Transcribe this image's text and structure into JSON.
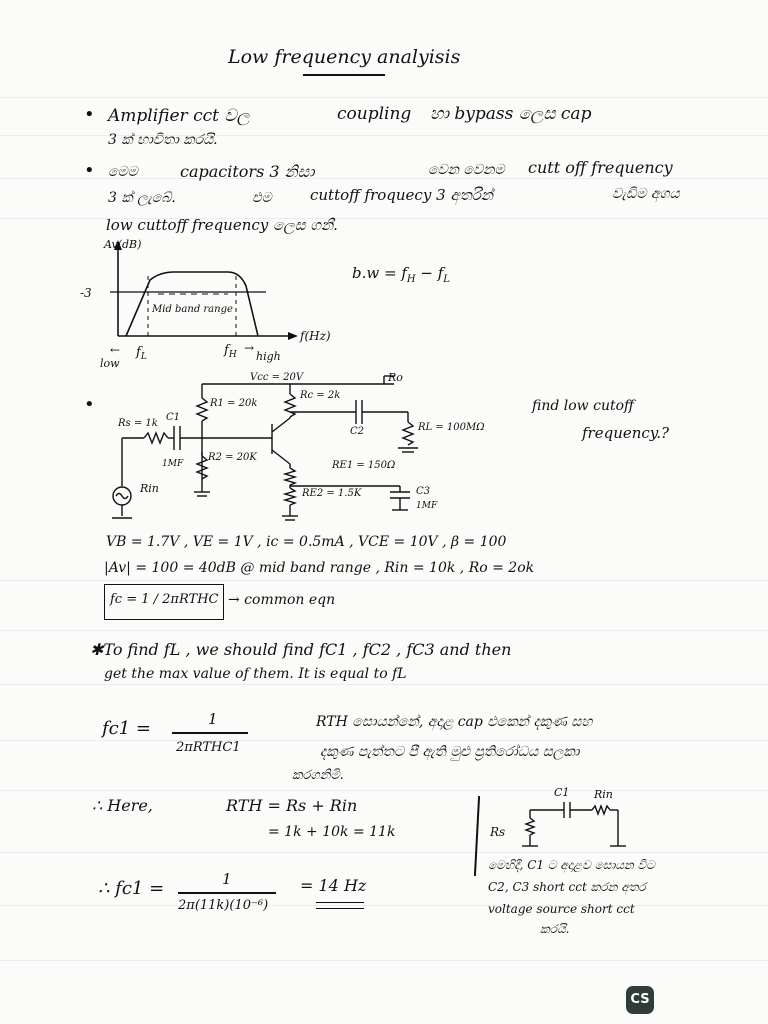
{
  "title": "Low frequency analyisis",
  "bullet1": {
    "line1a": "Amplifier cct වල",
    "line1b": "coupling",
    "line1c": "හා bypass ලෙස cap",
    "line2": "3 ක් භාවිතා කරයි."
  },
  "bullet2": {
    "line1a": "මෙම",
    "line1b": "capacitors 3 නිසා",
    "line1c": "වෙන වෙනම",
    "line1d": "cutt off frequency",
    "line2a": "3 ක් ලැබේ.",
    "line2b": "එම",
    "line2c": "cuttoff froquecy 3 අතරින්",
    "line2d": "වැඩිම අගය",
    "line3": "low cuttoff frequency ලෙස ගනී."
  },
  "graph": {
    "ylabel": "Av(dB)",
    "minus3": "-3",
    "midband": "Mid band range",
    "xlabel": "f(Hz)",
    "fL": "f",
    "fL_sub": "L",
    "fH": "f",
    "fH_sub": "H",
    "low": "low",
    "high": "high",
    "bw": "b.w = f",
    "bw_H": "H",
    "bw_minus": " − f",
    "bw_L": "L"
  },
  "circuit": {
    "vcc": "Vcc = 20V",
    "r1": "R1 = 20k",
    "rc": "Rc = 2k",
    "ro": "Ro",
    "c2": "C2",
    "rl": "RL = 100MΩ",
    "rs": "Rs = 1k",
    "c1": "C1",
    "c1val": "1MF",
    "r2": "R2 = 20K",
    "rin": "Rin",
    "re1": "RE1 = 150Ω",
    "re2": "RE2 = 1.5K",
    "c3": "C3",
    "c3val": "1MF"
  },
  "question": {
    "line1": "find low cutoff",
    "line2": "frequency.?"
  },
  "given": {
    "line1": "VB = 1.7V , VE = 1V , ic = 0.5mA , VCE = 10V , β = 100",
    "line2": "|Av| = 100 = 40dB @ mid band range , Rin = 10k , Ro = 2ok",
    "fc_formula": "fc = 1 / 2πRTHC",
    "common": "→ common eqn"
  },
  "method": {
    "line1": "✱To find   fL ,   we should find   fC1 , fC2 , fC3   and   then",
    "line2": "get  the   max  value   of  them.   It is  equal  to   fL"
  },
  "fc1_section": {
    "label": "fc1 =",
    "num": "1",
    "den": "2πRTHC1",
    "note1": "RTH සොයන්නේ, අදාළ cap එකෙන් දකුණ සහ",
    "note2": "දකුණ පැත්තට පී ඇති මුළු ප්‍රතිරෝධය සලකා",
    "note3": "කරගනිමි.",
    "here": "∴   Here,",
    "rth1": "RTH = Rs + Rin",
    "rth2": "= 1k + 10k = 11k",
    "result_label": "∴ fc1 =",
    "result_num": "1",
    "result_den": "2π(11k)(10⁻⁶)",
    "result": "= 14 Hz",
    "side_c1": "C1",
    "side_rin": "Rin",
    "side_rs": "Rs",
    "side_note1": "මෙහිදී, C1 ට අදාළව සොයන විට",
    "side_note2": "C2, C3 short cct කරන අතර",
    "side_note3": "voltage source short cct",
    "side_note4": "කරයි."
  },
  "logo": "CS"
}
